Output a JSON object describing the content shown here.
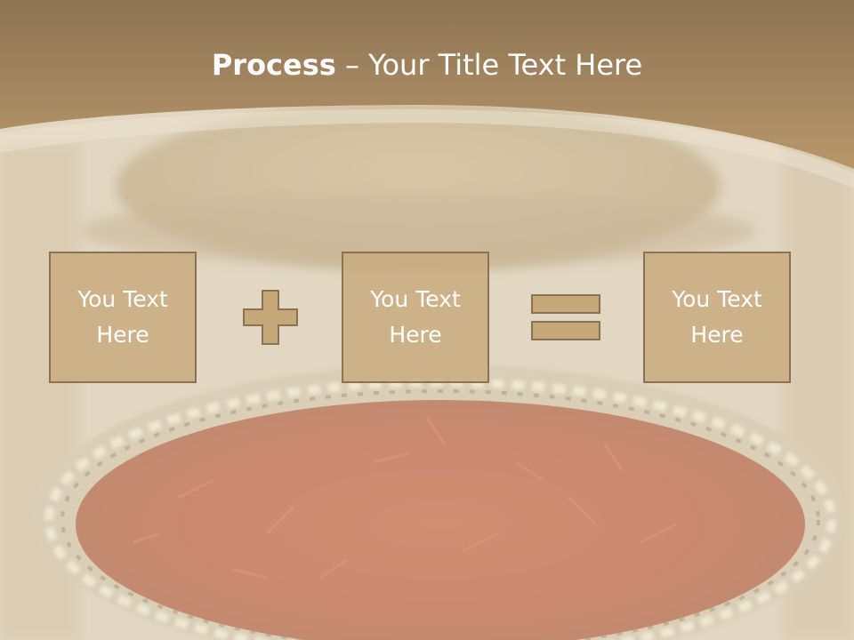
{
  "slide": {
    "title_bold": "Process",
    "title_separator": " – ",
    "title_rest": "Your Title Text Here"
  },
  "boxes": [
    {
      "text": "You Text\nHere"
    },
    {
      "text": "You Text\nHere"
    },
    {
      "text": "You Text\nHere"
    }
  ],
  "operators": [
    "plus",
    "equals"
  ],
  "colors": {
    "header_band": "#a98a5f",
    "box_fill": "#c8aa7d",
    "box_border": "#8b7255",
    "operator_fill": "#c6a878",
    "saffron": "#b24a2a"
  }
}
